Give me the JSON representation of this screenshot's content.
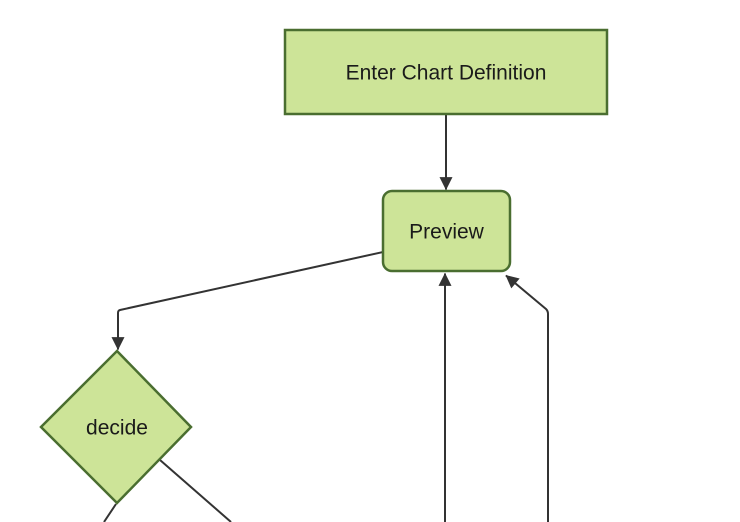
{
  "diagram": {
    "type": "flowchart",
    "direction": "top-down",
    "nodes": [
      {
        "id": "enter-chart-definition",
        "shape": "rectangle",
        "label": "Enter Chart Definition"
      },
      {
        "id": "preview",
        "shape": "rounded-rectangle",
        "label": "Preview"
      },
      {
        "id": "decide",
        "shape": "diamond",
        "label": "decide"
      }
    ],
    "edges": [
      {
        "from": "enter-chart-definition",
        "to": "preview",
        "arrow": true
      },
      {
        "from": "preview",
        "to": "decide",
        "arrow": true
      },
      {
        "from": "offscreen-bottom-left",
        "to": "preview",
        "arrow": true
      },
      {
        "from": "offscreen-bottom-right",
        "to": "preview",
        "arrow": true
      },
      {
        "from": "decide",
        "to": "offscreen-bottom-left",
        "arrow": false
      },
      {
        "from": "decide",
        "to": "offscreen-bottom-right",
        "arrow": false
      }
    ]
  },
  "theme": {
    "background": "#ffffff",
    "node_fill": "#cde498",
    "node_border": "#4a6e30",
    "edge_color": "#333333",
    "text_color": "#1a1a1a"
  }
}
